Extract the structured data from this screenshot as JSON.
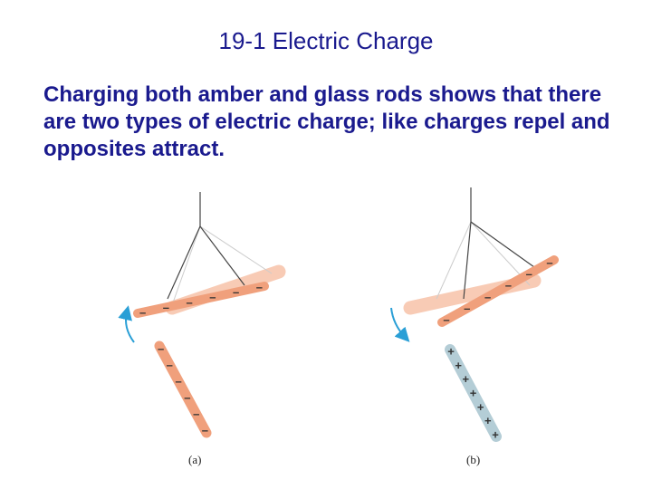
{
  "slide": {
    "title": "19-1 Electric Charge",
    "body": "Charging both amber and glass rods shows that there are two types of electric charge; like charges repel and opposites attract."
  },
  "figure": {
    "panel_a": {
      "caption": "(a)",
      "hanging_rod_signs": [
        "–",
        "–",
        "–",
        "–",
        "–",
        "–"
      ],
      "held_rod_signs": [
        "–",
        "–",
        "–",
        "–",
        "–",
        "–"
      ]
    },
    "panel_b": {
      "caption": "(b)",
      "hanging_rod_signs": [
        "–",
        "–",
        "–",
        "–",
        "–",
        "–"
      ],
      "held_rod_signs": [
        "+",
        "+",
        "+",
        "+",
        "+",
        "+",
        "+"
      ]
    },
    "colors": {
      "amber_rod": "#f0a07c",
      "amber_ghost": "#f8cbb5",
      "glass_rod": "#b4cdd6",
      "arrow": "#2a9fd6",
      "text": "#1a1a8e"
    }
  }
}
